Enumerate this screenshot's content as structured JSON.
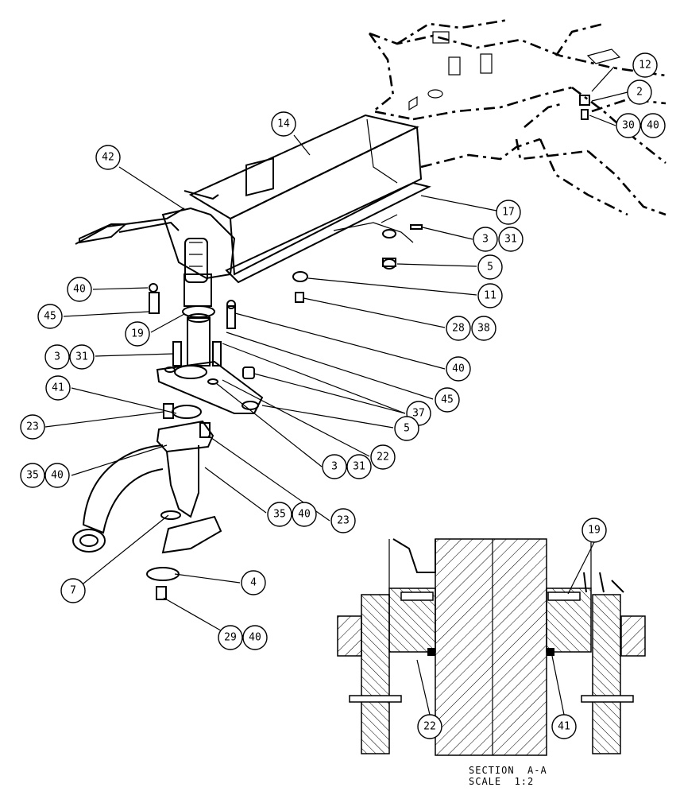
{
  "callouts": [
    {
      "id": "c-12",
      "label": "12"
    },
    {
      "id": "c-2",
      "label": "2"
    },
    {
      "id": "c-30",
      "label": "30"
    },
    {
      "id": "c-40a",
      "label": "40"
    },
    {
      "id": "c-14",
      "label": "14"
    },
    {
      "id": "c-42",
      "label": "42"
    },
    {
      "id": "c-17",
      "label": "17"
    },
    {
      "id": "c-3a",
      "label": "3"
    },
    {
      "id": "c-31a",
      "label": "31"
    },
    {
      "id": "c-5a",
      "label": "5"
    },
    {
      "id": "c-40b",
      "label": "40"
    },
    {
      "id": "c-11",
      "label": "11"
    },
    {
      "id": "c-45a",
      "label": "45"
    },
    {
      "id": "c-19a",
      "label": "19"
    },
    {
      "id": "c-28",
      "label": "28"
    },
    {
      "id": "c-38",
      "label": "38"
    },
    {
      "id": "c-3b",
      "label": "3"
    },
    {
      "id": "c-31b",
      "label": "31"
    },
    {
      "id": "c-40c",
      "label": "40"
    },
    {
      "id": "c-41a",
      "label": "41"
    },
    {
      "id": "c-37",
      "label": "37"
    },
    {
      "id": "c-45b",
      "label": "45"
    },
    {
      "id": "c-23a",
      "label": "23"
    },
    {
      "id": "c-5b",
      "label": "5"
    },
    {
      "id": "c-22a",
      "label": "22"
    },
    {
      "id": "c-35a",
      "label": "35"
    },
    {
      "id": "c-40d",
      "label": "40"
    },
    {
      "id": "c-3c",
      "label": "3"
    },
    {
      "id": "c-31c",
      "label": "31"
    },
    {
      "id": "c-35b",
      "label": "35"
    },
    {
      "id": "c-40e",
      "label": "40"
    },
    {
      "id": "c-23b",
      "label": "23"
    },
    {
      "id": "c-7",
      "label": "7"
    },
    {
      "id": "c-4",
      "label": "4"
    },
    {
      "id": "c-29",
      "label": "29"
    },
    {
      "id": "c-40f",
      "label": "40"
    },
    {
      "id": "c-19b",
      "label": "19"
    },
    {
      "id": "c-22b",
      "label": "22"
    },
    {
      "id": "c-41b",
      "label": "41"
    }
  ],
  "section": {
    "title": "SECTION  A-A",
    "scale": "SCALE  1:2"
  }
}
